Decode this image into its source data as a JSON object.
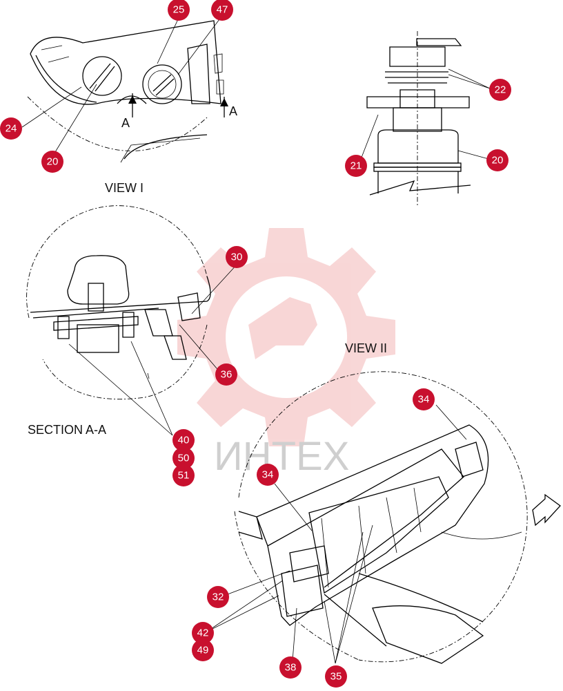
{
  "labels": {
    "view_1": "VIEW I",
    "view_2": "VIEW II",
    "section": "SECTION A-A",
    "section_mark": "A"
  },
  "watermark": {
    "text": "ИНТЕХ",
    "color": "#f3b6b6"
  },
  "callout_color": "#c8102e",
  "callouts": [
    "25",
    "47",
    "24",
    "20",
    "22",
    "21",
    "20",
    "30",
    "36",
    "40",
    "50",
    "51",
    "34",
    "34",
    "32",
    "42",
    "49",
    "38",
    "35"
  ]
}
